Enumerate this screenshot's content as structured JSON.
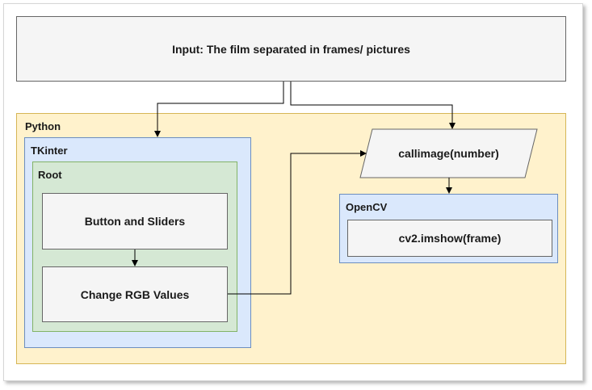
{
  "diagram": {
    "input_box": {
      "text": "Input: The film separated in frames/ pictures"
    },
    "python": {
      "label": "Python"
    },
    "tkinter": {
      "label": "TKinter"
    },
    "root": {
      "label": "Root"
    },
    "button_sliders": {
      "text": "Button and Sliders"
    },
    "change_rgb": {
      "text": "Change RGB Values"
    },
    "callimage": {
      "text": "callimage(number)"
    },
    "opencv": {
      "label": "OpenCV"
    },
    "imshow": {
      "text": "cv2.imshow(frame)"
    }
  },
  "colors": {
    "process_fill": "#f5f5f5",
    "process_border": "#666666",
    "python_fill": "#fff2cc",
    "python_border": "#d6b656",
    "tkinter_fill": "#dae8fc",
    "tkinter_border": "#6c8ebf",
    "root_fill": "#d5e8d4",
    "root_border": "#82b366",
    "edge": "#000000"
  }
}
